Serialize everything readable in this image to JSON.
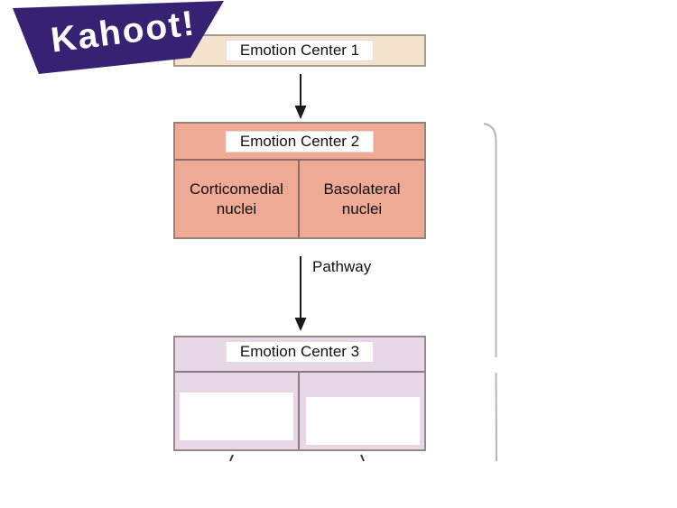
{
  "logo": {
    "text": "Kahoot!"
  },
  "colors": {
    "logo_purple": "#362172",
    "box1_fill": "#f5e3cd",
    "box2_fill": "#efaa96",
    "box3_fill": "#e8d7e7",
    "arrow": "#1a1a1a",
    "brace": "#b5b5b5"
  },
  "flowchart": {
    "box1": {
      "title": "Emotion Center 1"
    },
    "box2": {
      "title": "Emotion Center 2",
      "cells": [
        {
          "label": "Corticomedial nuclei"
        },
        {
          "label": "Basolateral nuclei"
        }
      ]
    },
    "arrow2": {
      "label": "Pathway"
    },
    "box3": {
      "title": "Emotion Center 3",
      "cells": [
        {
          "label": ""
        },
        {
          "label": ""
        }
      ]
    }
  }
}
